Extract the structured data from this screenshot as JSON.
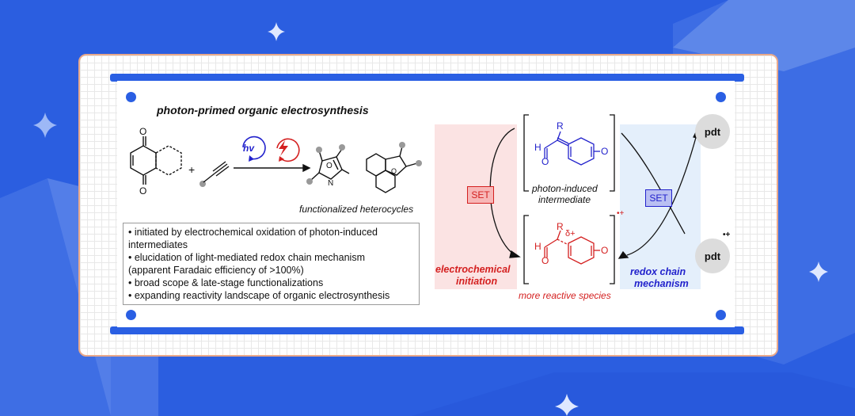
{
  "title": "photon-primed organic electrosynthesis",
  "scheme": {
    "hv_label": "hv",
    "products_label": "functionalized heterocycles"
  },
  "bullets": [
    "• initiated by electrochemical oxidation of photon-induced",
    "intermediates",
    "• elucidation of light-mediated redox chain mechanism",
    "(apparent Faradaic efficiency of >100%)",
    "• broad scope & late-stage functionalizations",
    "• expanding reactivity landscape of organic electrosynthesis"
  ],
  "mechanism": {
    "set_left": "SET",
    "set_right": "SET",
    "electro_init_line1": "electrochemical",
    "electro_init_line2": "initiation",
    "photon_line1": "photon-induced",
    "photon_line2": "intermediate",
    "reactive_label": "more reactive species",
    "redox_line1": "redox chain",
    "redox_line2": "mechanism",
    "pdt_top": "pdt",
    "pdt_bottom": "pdt",
    "pdt_charge": "•+",
    "radical_charge": "•+",
    "delta_plus": "δ+",
    "r_label": "R",
    "h_label": "H",
    "o_label": "O"
  },
  "colors": {
    "background": "#2b5ee0",
    "accent_blue": "#2a5fe3",
    "red": "#d42020",
    "blue_text": "#2222cc",
    "pink_panel": "#fbe3e3",
    "blue_panel": "#e4effb"
  }
}
